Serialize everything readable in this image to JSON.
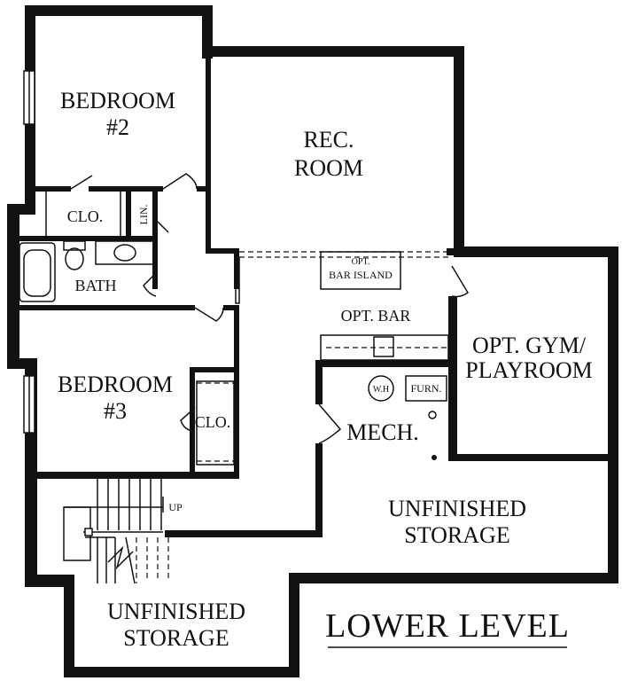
{
  "plan": {
    "title": "LOWER LEVEL",
    "rooms": {
      "bedroom2": [
        "BEDROOM",
        "#2"
      ],
      "rec_room": [
        "REC.",
        "ROOM"
      ],
      "bath": "BATH",
      "clo_top": "CLO.",
      "lin": "LIN.",
      "opt_bar_island": [
        "OPT.",
        "BAR ISLAND"
      ],
      "opt_bar": "OPT. BAR",
      "opt_gym": [
        "OPT. GYM/",
        "PLAYROOM"
      ],
      "bedroom3": [
        "BEDROOM",
        "#3"
      ],
      "clo_bottom": "CLO.",
      "mech": "MECH.",
      "wh": "W.H",
      "furn": "FURN.",
      "unfinished_right": [
        "UNFINISHED",
        "STORAGE"
      ],
      "unfinished_left": [
        "UNFINISHED",
        "STORAGE"
      ],
      "up": "UP"
    }
  }
}
